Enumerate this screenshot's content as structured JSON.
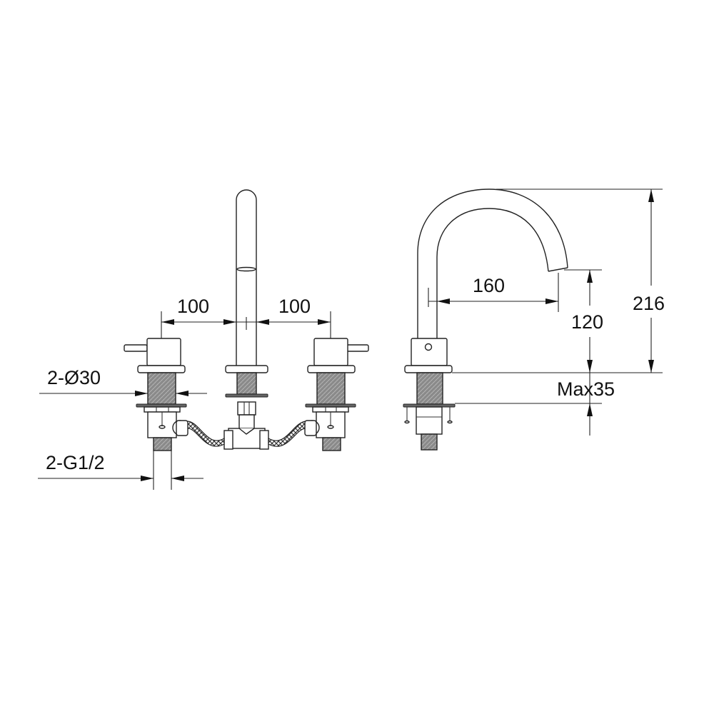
{
  "drawing": {
    "title": "Three-hole deck-mounted basin mixer – technical dimension drawing",
    "views": [
      "front-view",
      "side-view"
    ],
    "stroke_color": "#222222",
    "background": "#ffffff"
  },
  "front_view": {
    "dimensions": {
      "left_spacing": "100",
      "right_spacing": "100",
      "handle_diameter": "2-Ø30",
      "inlet_thread": "2-G1/2"
    }
  },
  "side_view": {
    "dimensions": {
      "spout_reach": "160",
      "spout_clearance": "120",
      "total_height": "216",
      "max_deck_thickness": "Max35"
    }
  }
}
